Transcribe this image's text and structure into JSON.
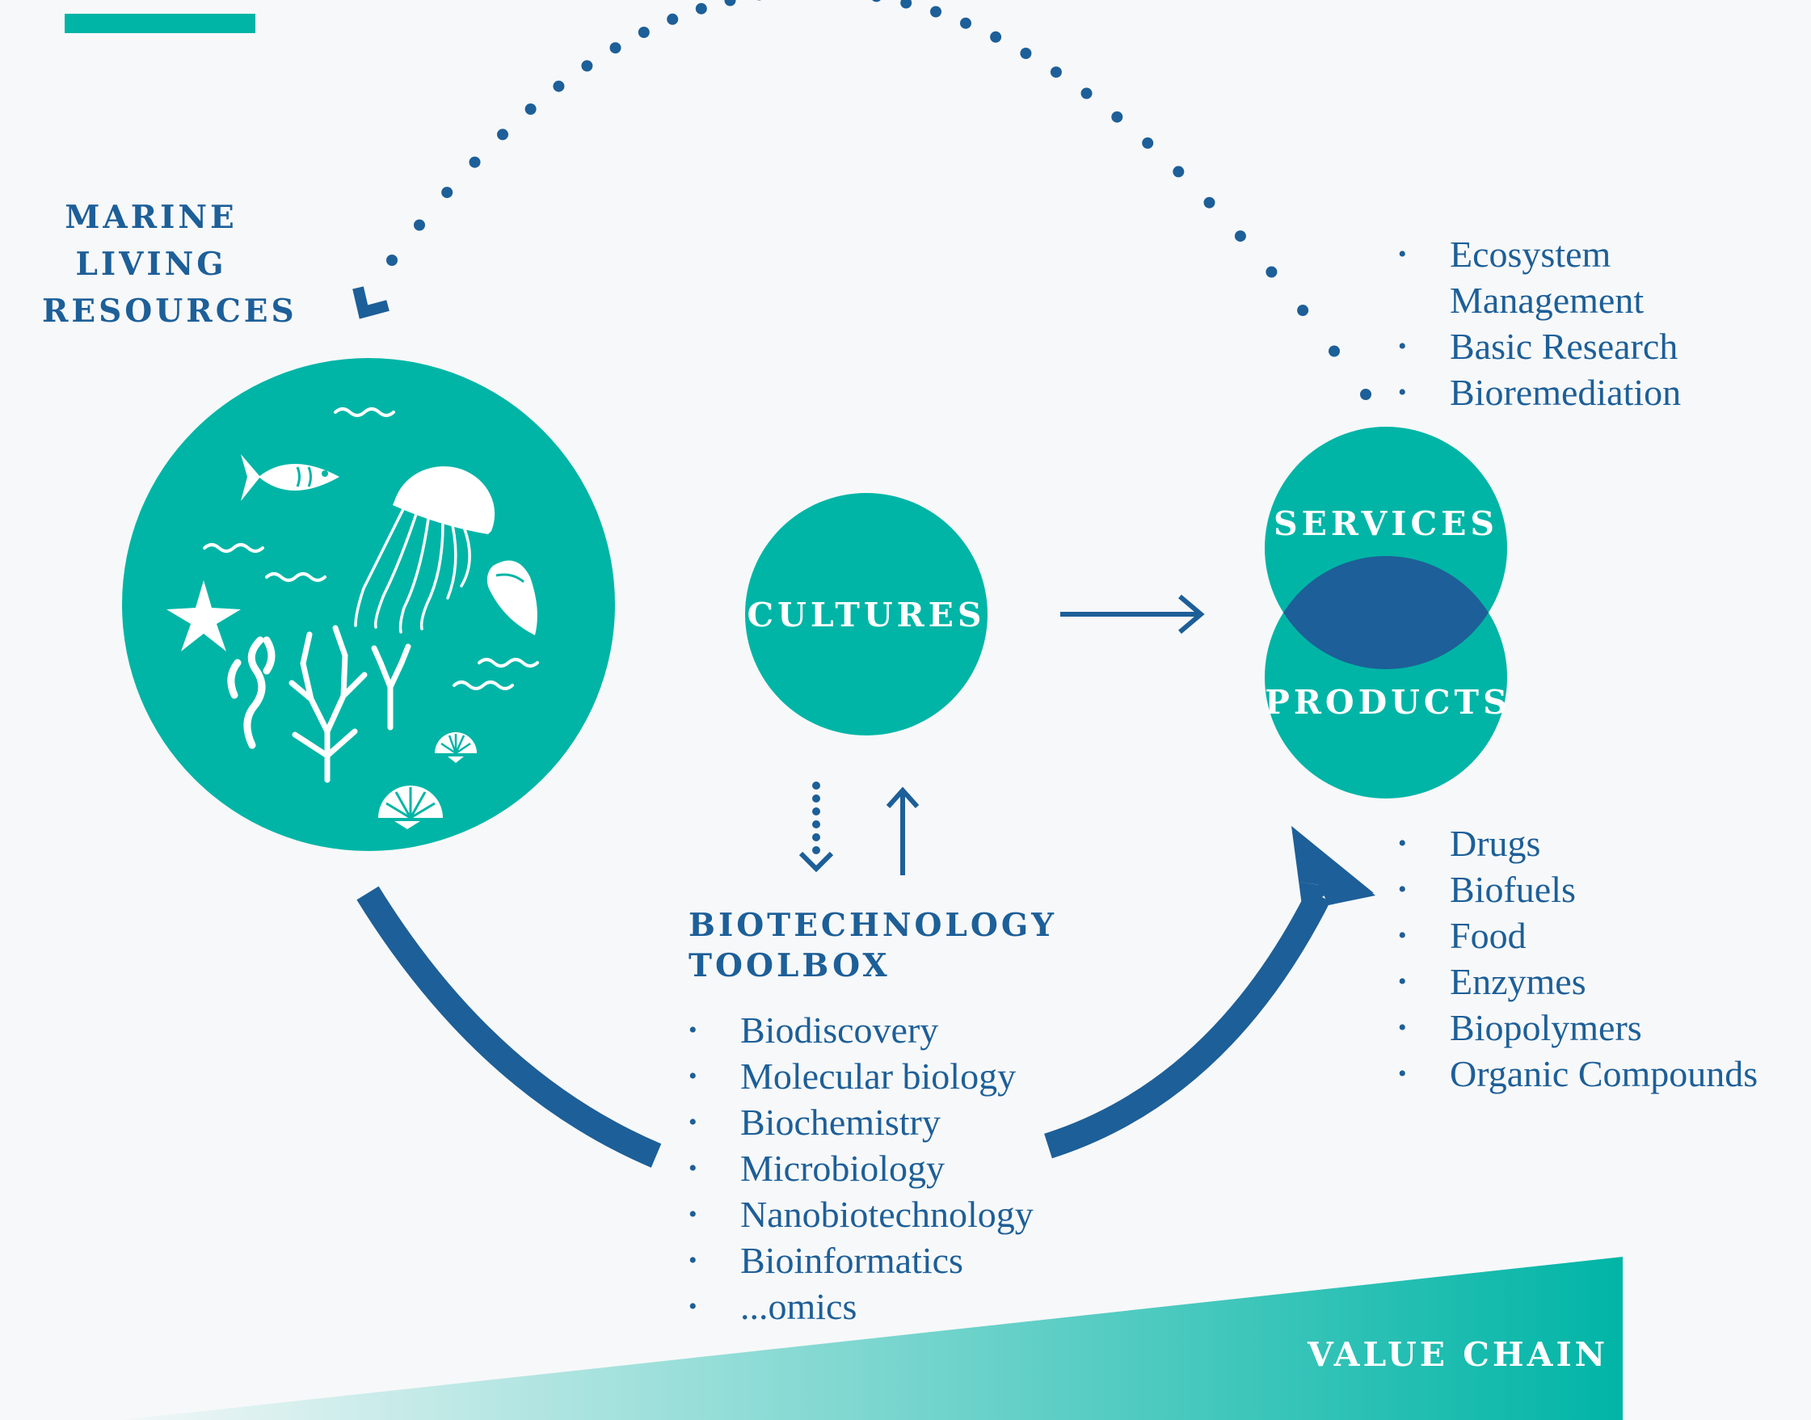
{
  "colors": {
    "teal": "#00b5a6",
    "navy": "#1d5f98",
    "background": "#f7f8f9",
    "white": "#ffffff"
  },
  "marine": {
    "label_lines": [
      "MARINE",
      "LIVING",
      "RESOURCES"
    ],
    "icons": [
      "fish-icon",
      "jellyfish-icon",
      "starfish-icon",
      "seaweed-icon",
      "coral-icon",
      "shell-icon",
      "scallop-icon",
      "wave-icon"
    ]
  },
  "cultures": {
    "label": "CULTURES"
  },
  "services": {
    "label": "SERVICES",
    "items": [
      {
        "text": "Ecosystem",
        "bullet": true
      },
      {
        "text": "Management",
        "bullet": false
      },
      {
        "text": "Basic Research",
        "bullet": true
      },
      {
        "text": "Bioremediation",
        "bullet": true
      }
    ]
  },
  "products": {
    "label": "PRODUCTS",
    "items": [
      "Drugs",
      "Biofuels",
      "Food",
      "Enzymes",
      "Biopolymers",
      "Organic Compounds"
    ]
  },
  "toolbox": {
    "label_lines": [
      "BIOTECHNOLOGY",
      "TOOLBOX"
    ],
    "items": [
      "Biodiscovery",
      "Molecular biology",
      "Biochemistry",
      "Microbiology",
      "Nanobiotechnology",
      "Bioinformatics",
      "...omics"
    ]
  },
  "value_chain": {
    "label": "VALUE CHAIN"
  }
}
